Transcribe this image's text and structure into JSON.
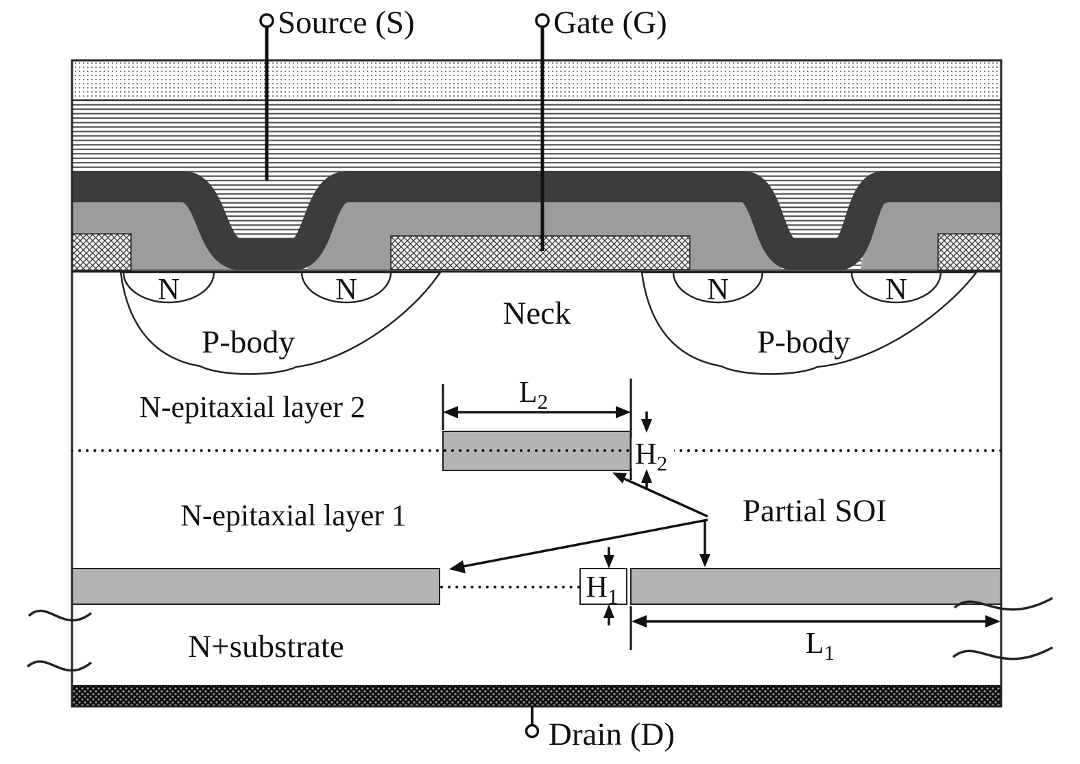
{
  "labels": {
    "source": "Source (S)",
    "gate": "Gate (G)",
    "drain": "Drain (D)",
    "neck": "Neck",
    "p_body_left": "P-body",
    "p_body_right": "P-body",
    "n_epi_layer2": "N-epitaxial layer 2",
    "n_epi_layer1": "N-epitaxial layer 1",
    "partial_soi": "Partial SOI",
    "substrate": "N+substrate",
    "n_regions": [
      "N",
      "N",
      "N",
      "N"
    ]
  },
  "dimensions": {
    "L2": {
      "base": "L",
      "sub": "2"
    },
    "H2": {
      "base": "H",
      "sub": "2"
    },
    "H1": {
      "base": "H",
      "sub": "1"
    },
    "L1": {
      "base": "L",
      "sub": "1"
    }
  },
  "colors": {
    "liner_dark": "#3c3c3c",
    "poly_gray": "#9c9c9c",
    "buried_oxide_gray": "#b4b4b4",
    "outline_black": "#1a1a1a",
    "background": "#ffffff"
  }
}
